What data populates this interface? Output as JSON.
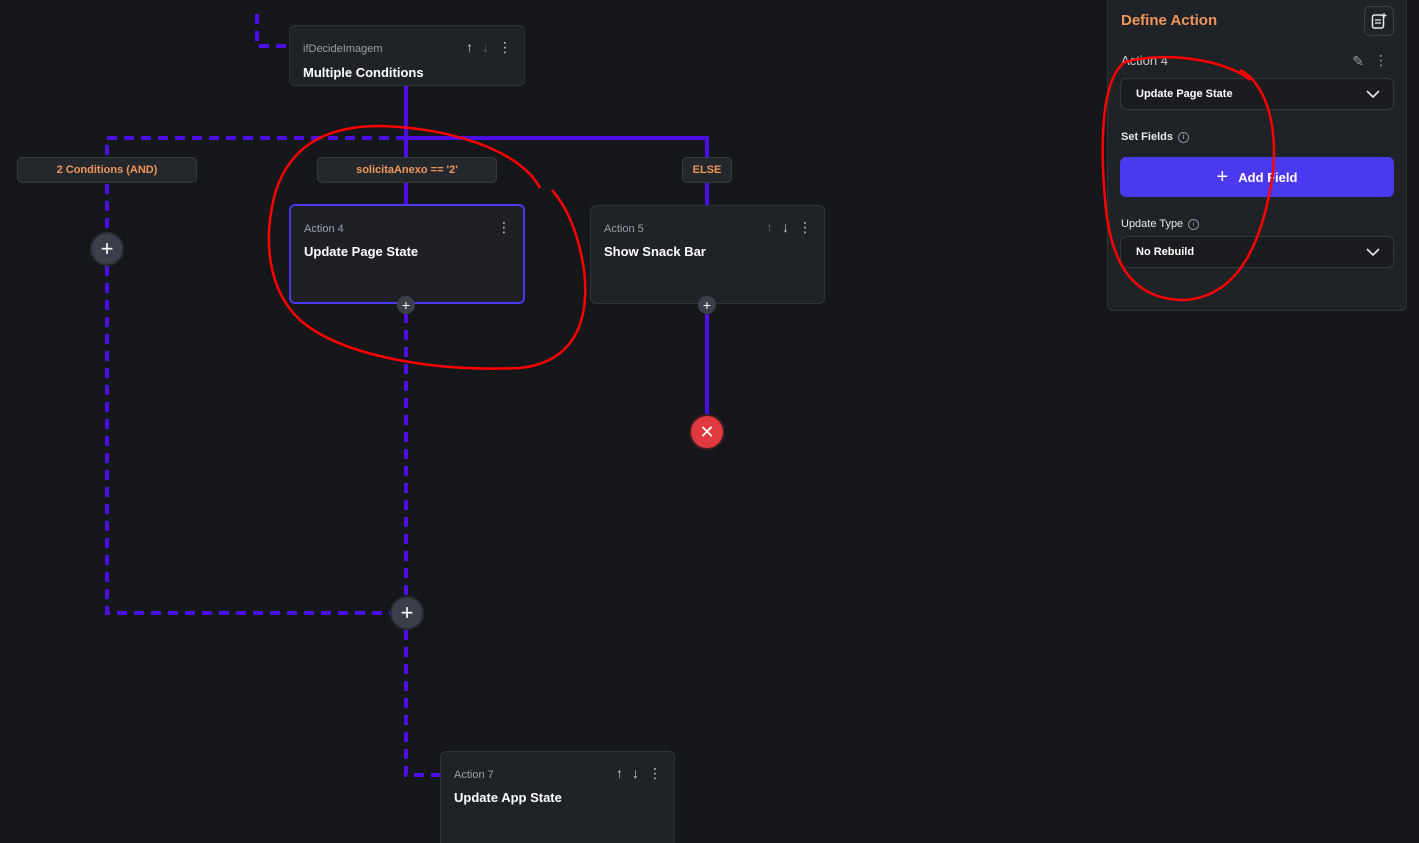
{
  "colors": {
    "background": "#15171b",
    "wire": "#4b0fe6",
    "accent": "#4b39ef",
    "condition_text": "#f0965a",
    "end": "#e0383f",
    "annotation": "#ff0000"
  },
  "flow": {
    "decision": {
      "kicker": "ifDecideImagem",
      "title": "Multiple Conditions"
    },
    "conditions": [
      {
        "label": "2 Conditions (AND)"
      },
      {
        "label": "solicitaAnexo  ==  '2'"
      },
      {
        "label": "ELSE"
      }
    ],
    "action4": {
      "kicker": "Action 4",
      "title": "Update Page State"
    },
    "action5": {
      "kicker": "Action 5",
      "title": "Show Snack Bar"
    },
    "action7": {
      "kicker": "Action 7",
      "title": "Update App State"
    },
    "icons": {
      "up": "arrow-up-icon",
      "down": "arrow-down-icon",
      "more": "more-vertical-icon",
      "add": "plus-icon",
      "end": "close-icon"
    }
  },
  "panel": {
    "title": "Define Action",
    "action_name": "Action 4",
    "action_type": "Update Page State",
    "set_fields_label": "Set Fields",
    "add_field_label": "Add Field",
    "update_type_label": "Update Type",
    "update_type_value": "No Rebuild"
  }
}
